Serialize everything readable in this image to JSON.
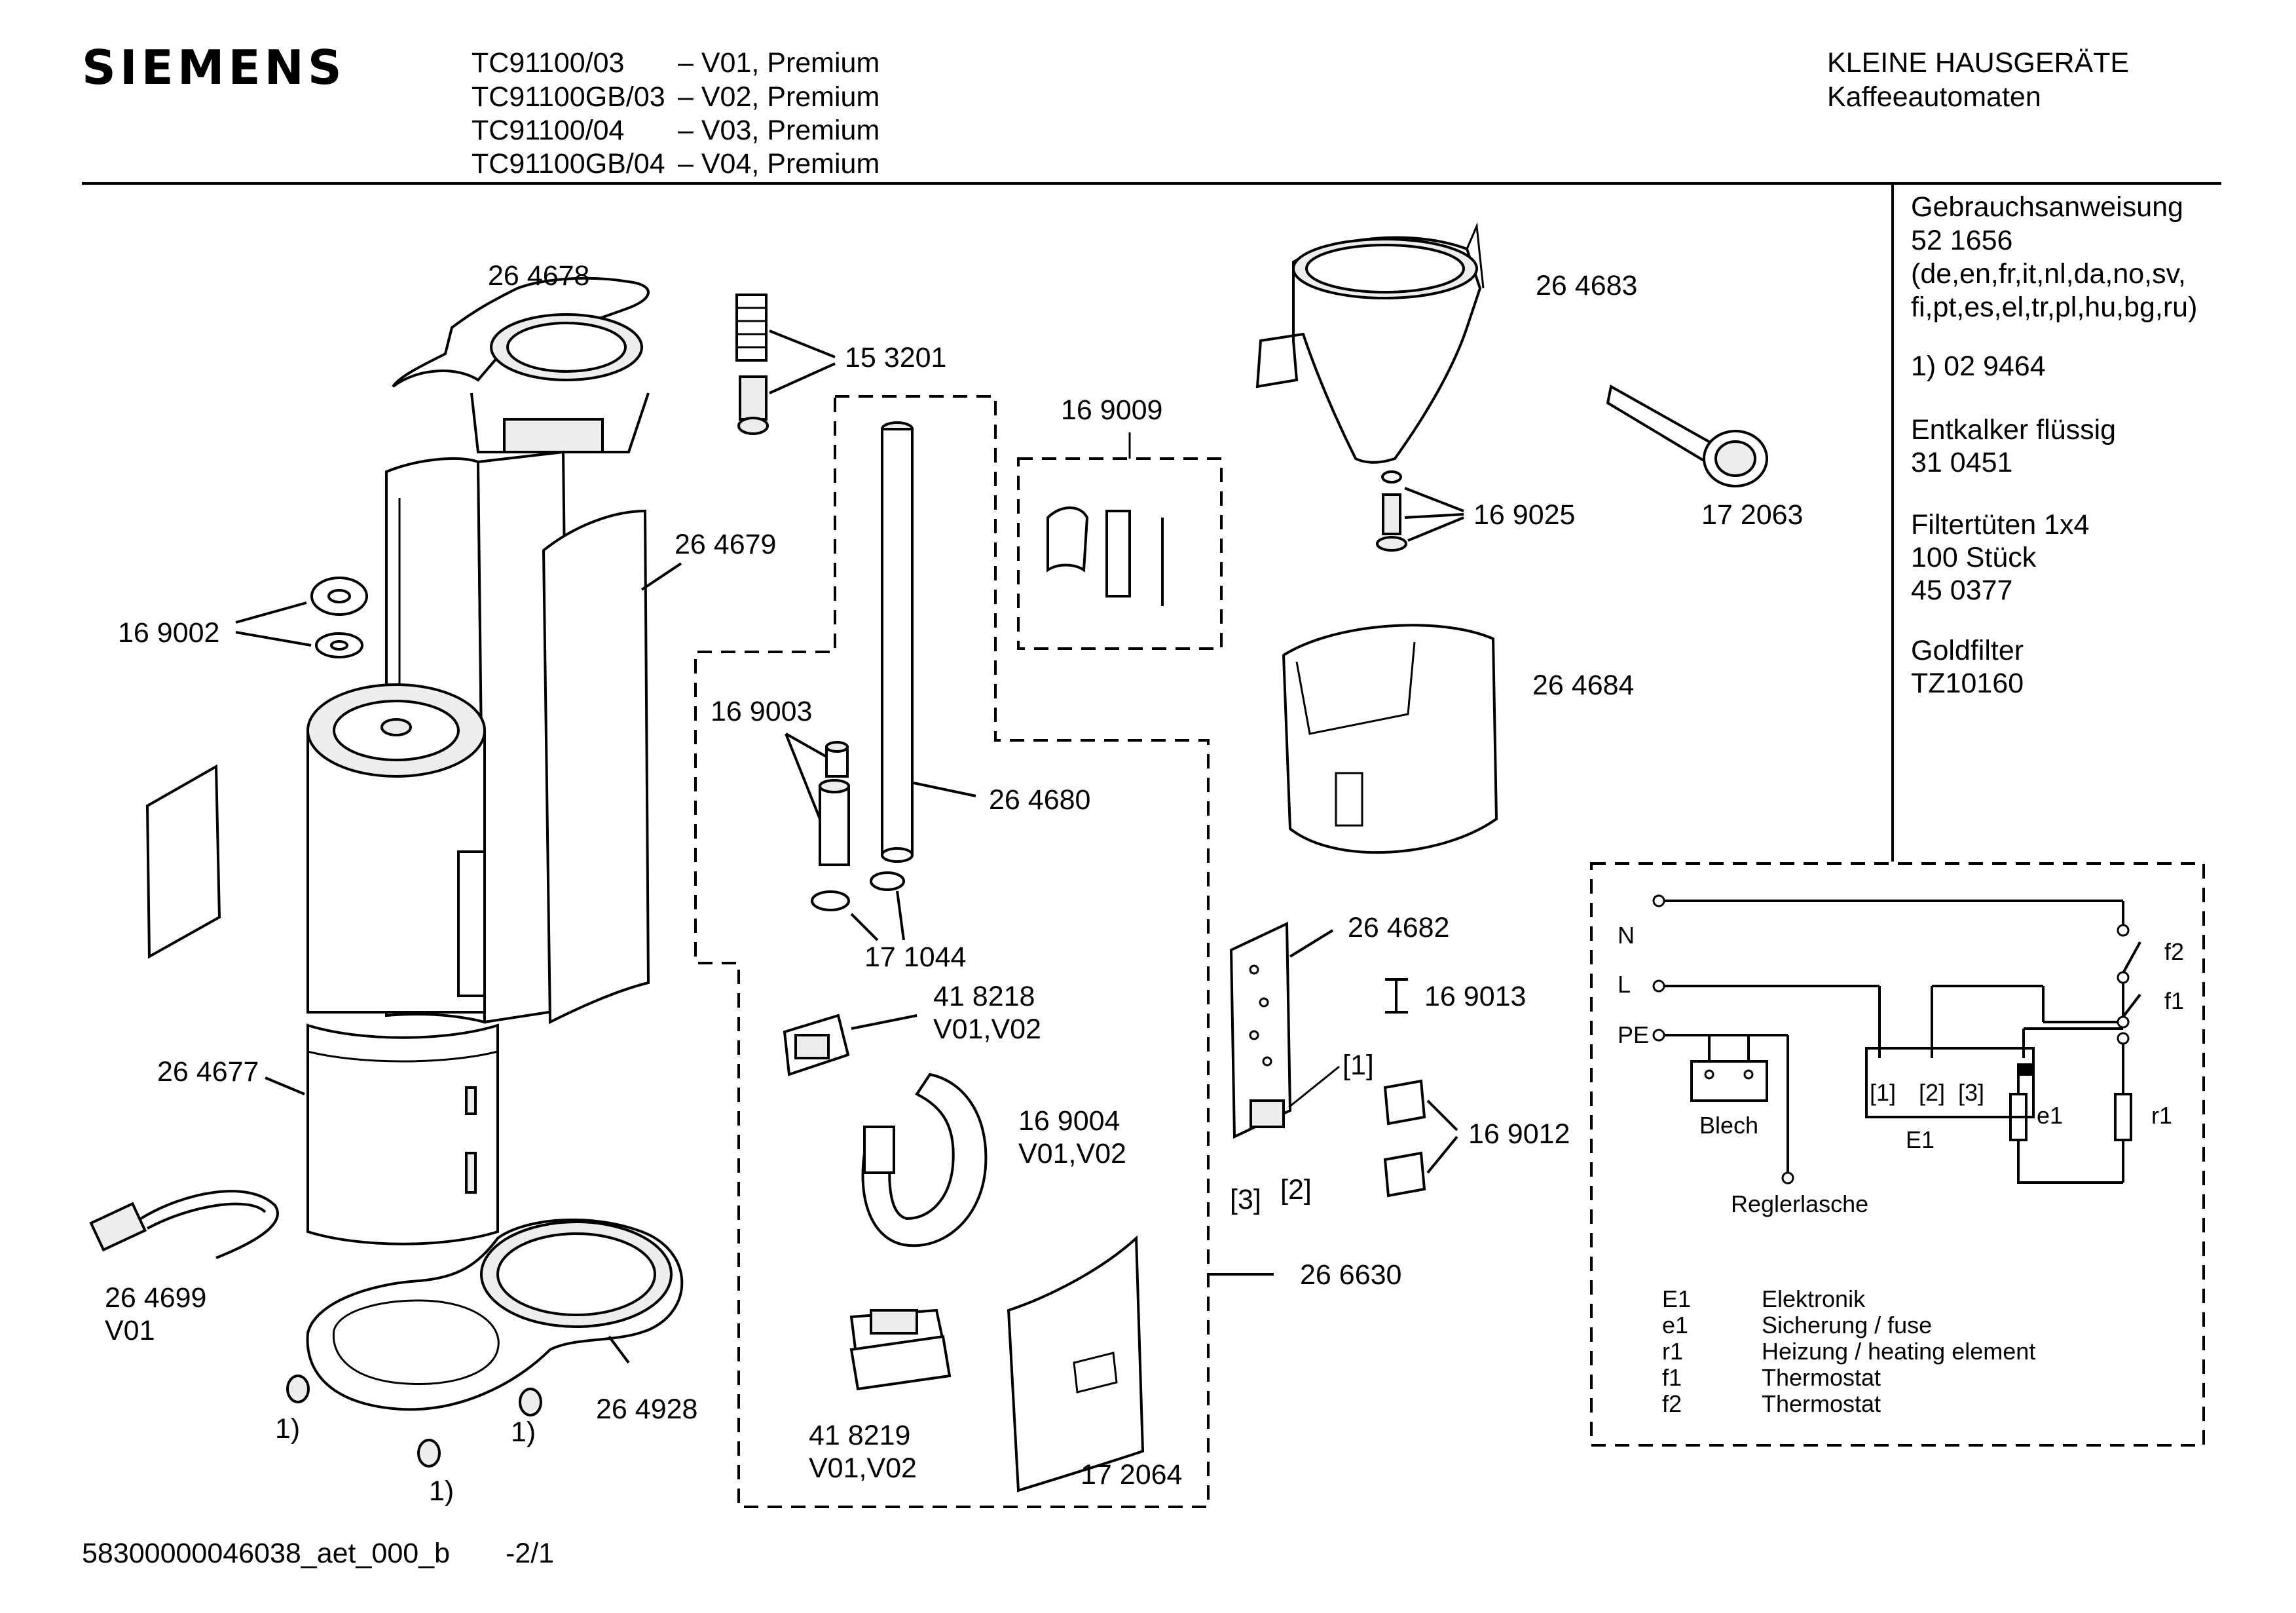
{
  "brand": "SIEMENS",
  "models": [
    {
      "code": "TC91100/03",
      "variant": "– V01, Premium"
    },
    {
      "code": "TC91100GB/03",
      "variant": "– V02, Premium"
    },
    {
      "code": "TC91100/04",
      "variant": "– V03, Premium"
    },
    {
      "code": "TC91100GB/04",
      "variant": "– V04, Premium"
    }
  ],
  "category": {
    "line1": "KLEINE HAUSGERÄTE",
    "line2": "Kaffeeautomaten"
  },
  "sidebar": [
    "Gebrauchsanweisung",
    "52 1656",
    "(de,en,fr,it,nl,da,no,sv,",
    "fi,pt,es,el,tr,pl,hu,bg,ru)",
    "1)  02 9464",
    "Entkalker flüssig",
    "31 0451",
    "Filtertüten 1x4",
    "100 Stück",
    "45 0377",
    "Goldfilter",
    "TZ10160"
  ],
  "part_labels": {
    "p264678": "26 4678",
    "p153201": "15 3201",
    "p169009": "16 9009",
    "p264683": "26 4683",
    "p264679": "26 4679",
    "p169002": "16 9002",
    "p169025": "16 9025",
    "p172063": "17 2063",
    "p169003": "16 9003",
    "p264680": "26 4680",
    "p264684": "26 4684",
    "p171044": "17 1044",
    "p264682": "26 4682",
    "p418218": "41 8218",
    "p418218v": "V01,V02",
    "p169013": "16 9013",
    "p264677": "26 4677",
    "p169004": "16 9004",
    "p169004v": "V01,V02",
    "p169012": "16 9012",
    "p264699": "26 4699",
    "p264699v": "V01",
    "p266630": "26 6630",
    "p264928": "26 4928",
    "p418219": "41 8219",
    "p418219v": "V01,V02",
    "p172064": "17 2064",
    "fn1a": "1)",
    "fn1b": "1)",
    "fn1c": "1)",
    "b1": "[1]",
    "b2": "[2]",
    "b3": "[3]"
  },
  "circuit": {
    "N": "N",
    "L": "L",
    "PE": "PE",
    "f2": "f2",
    "f1": "f1",
    "e1": "e1",
    "r1": "r1",
    "blech": "Blech",
    "reglerlasche": "Reglerlasche",
    "E1": "E1",
    "t1": "[1]",
    "t2": "[2]",
    "t3": "[3]"
  },
  "legend": [
    {
      "code": "E1",
      "desc": "Elektronik"
    },
    {
      "code": "e1",
      "desc": "Sicherung / fuse"
    },
    {
      "code": "r1",
      "desc": "Heizung / heating element"
    },
    {
      "code": "f1",
      "desc": "Thermostat"
    },
    {
      "code": "f2",
      "desc": "Thermostat"
    }
  ],
  "footer": {
    "doc_id": "58300000046038_aet_000_b",
    "page": "-2/1"
  }
}
